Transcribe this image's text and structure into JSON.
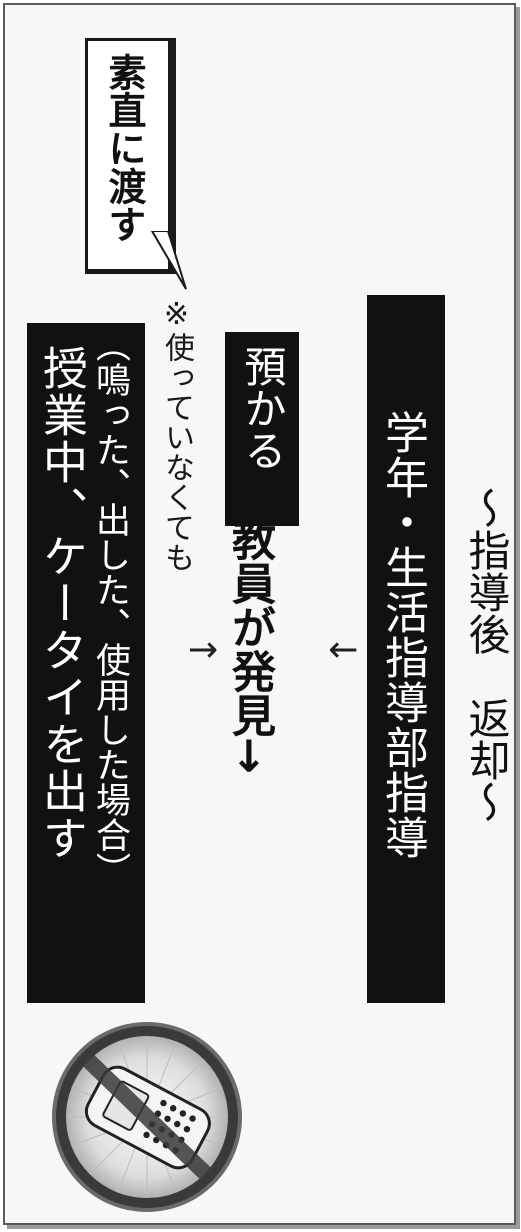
{
  "sheet": {
    "main_title": "授業中、ケータイを出す",
    "main_sub": "（鳴った、出した、使用した場合）",
    "note": "※使っていなくても",
    "callout": "素直に渡す",
    "teacher_found": "教員が発見",
    "arrow_right": "→",
    "arrow_up": "↑",
    "arrow_down": "↓",
    "keep": "預かる",
    "guidance": "学年・生活指導部指導",
    "after": "〜指導後　返却〜"
  },
  "icon": {
    "name": "no-phone-icon",
    "prohibition_color": "#3a3a3a"
  }
}
